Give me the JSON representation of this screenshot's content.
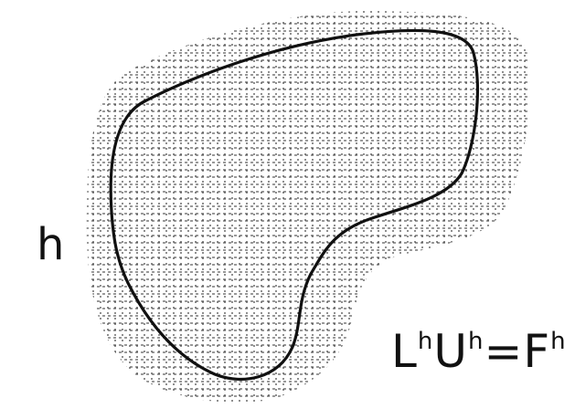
{
  "labels": {
    "h": "h",
    "equation": {
      "L": "L",
      "sup1": "h",
      "U": "U",
      "sup2": "h",
      "eq": "=",
      "F": "F",
      "sup3": "h"
    }
  },
  "colors": {
    "ink": "#111111",
    "grid": "#333333",
    "background": "#ffffff"
  }
}
